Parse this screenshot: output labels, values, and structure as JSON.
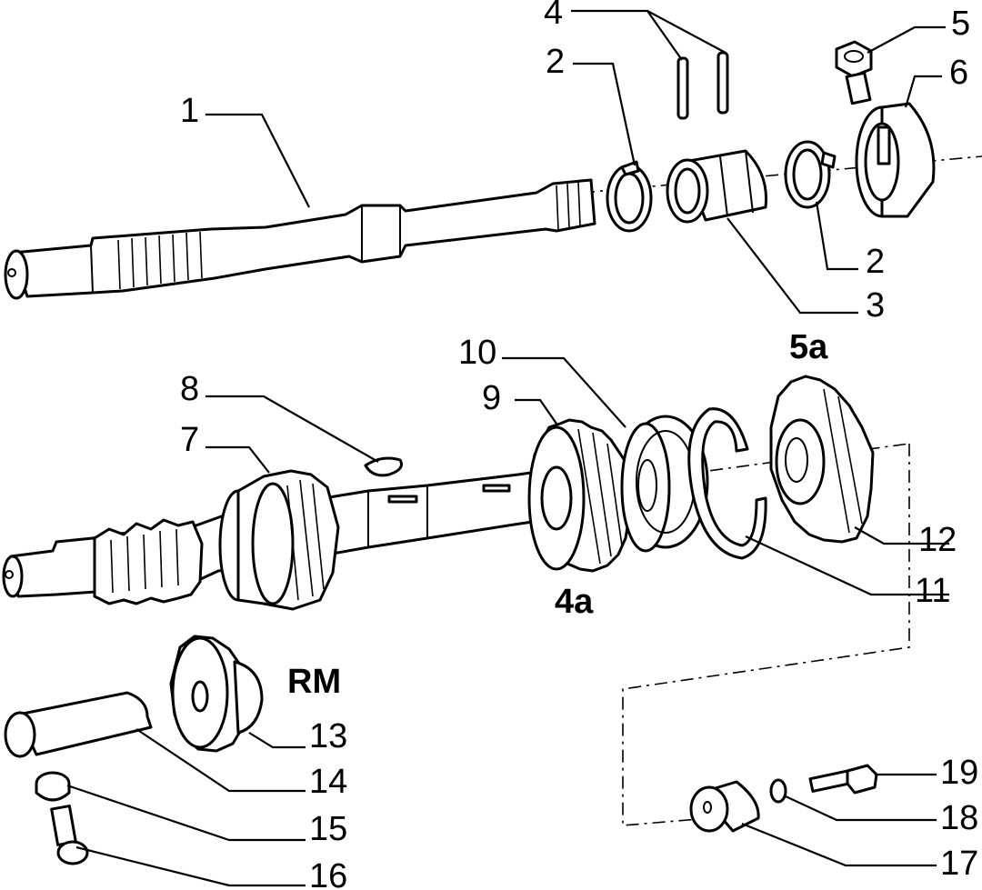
{
  "callouts": {
    "c1": "1",
    "c2a": "2",
    "c2b": "2",
    "c3": "3",
    "c4": "4",
    "c5": "5",
    "c6": "6",
    "c7": "7",
    "c8": "8",
    "c9": "9",
    "c10": "10",
    "c11": "11",
    "c12": "12",
    "c13": "13",
    "c14": "14",
    "c15": "15",
    "c16": "16",
    "c17": "17",
    "c18": "18",
    "c19": "19"
  },
  "gear_labels": {
    "fifth": "5a",
    "fourth": "4a",
    "reverse": "RM"
  }
}
